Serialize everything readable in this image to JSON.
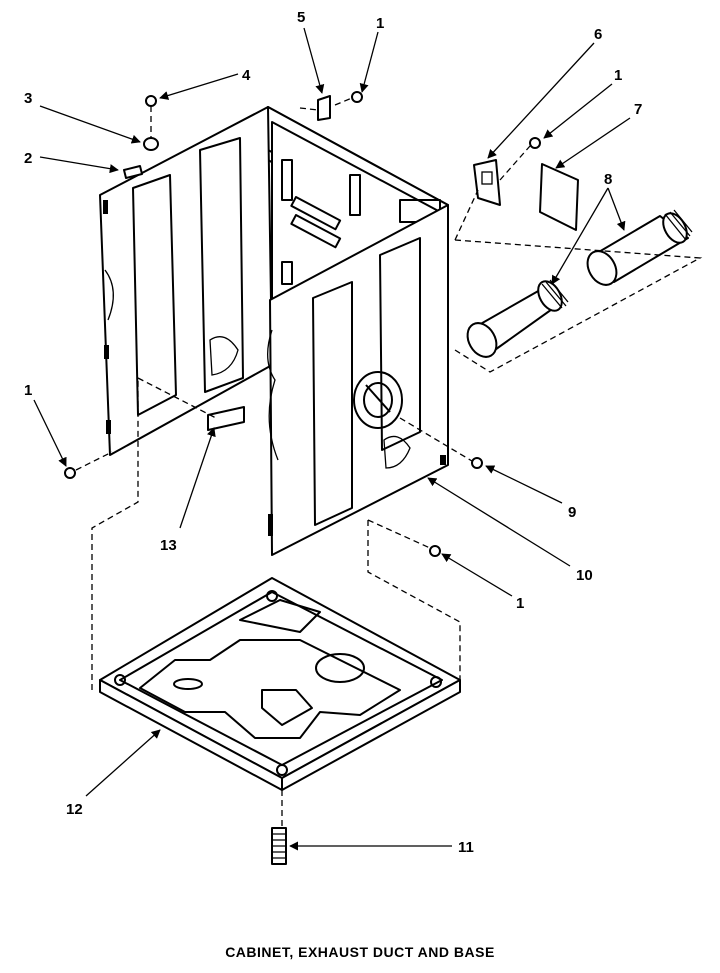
{
  "diagram": {
    "caption": "CABINET, EXHAUST DUCT AND BASE",
    "callouts": [
      {
        "id": "c1a",
        "text": "1"
      },
      {
        "id": "c1b",
        "text": "1"
      },
      {
        "id": "c1c",
        "text": "1"
      },
      {
        "id": "c1d",
        "text": "1"
      },
      {
        "id": "c2",
        "text": "2"
      },
      {
        "id": "c3",
        "text": "3"
      },
      {
        "id": "c4",
        "text": "4"
      },
      {
        "id": "c5",
        "text": "5"
      },
      {
        "id": "c6",
        "text": "6"
      },
      {
        "id": "c7",
        "text": "7"
      },
      {
        "id": "c8",
        "text": "8"
      },
      {
        "id": "c9",
        "text": "9"
      },
      {
        "id": "c10",
        "text": "10"
      },
      {
        "id": "c11",
        "text": "11"
      },
      {
        "id": "c12",
        "text": "12"
      },
      {
        "id": "c13",
        "text": "13"
      }
    ]
  }
}
